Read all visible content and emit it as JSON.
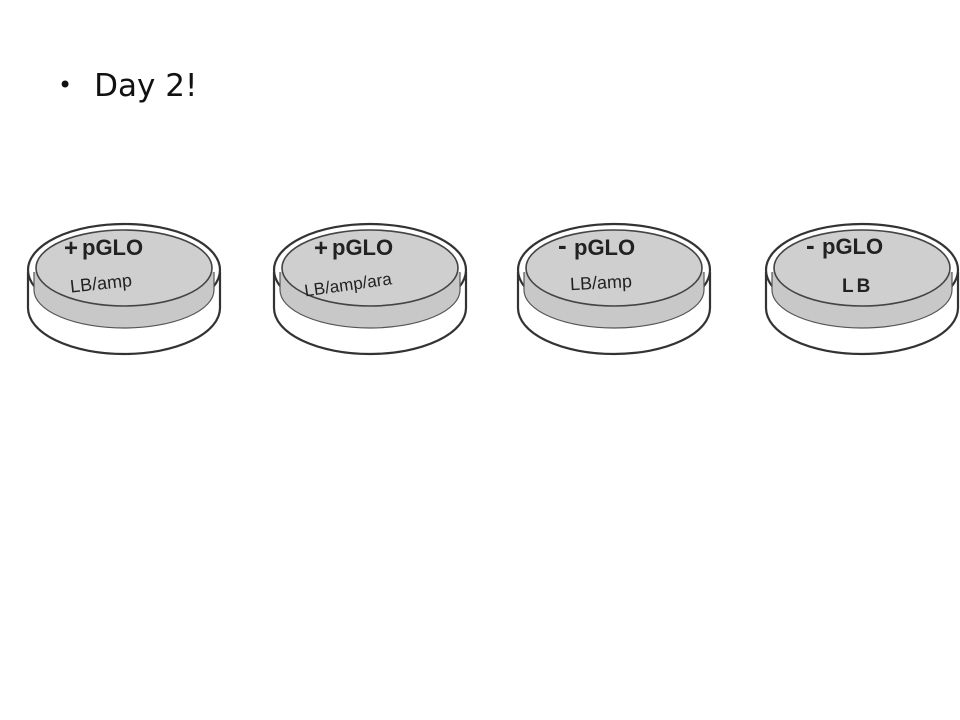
{
  "slide": {
    "bullet": "Day 2!"
  },
  "plates": [
    {
      "sign": "+",
      "label": "pGLO",
      "media": "LB/amp"
    },
    {
      "sign": "+",
      "label": "pGLO",
      "media": "LB/amp/ara"
    },
    {
      "sign": "-",
      "label": "pGLO",
      "media": "LB/amp"
    },
    {
      "sign": "-",
      "label": "pGLO",
      "media": "LB"
    }
  ]
}
